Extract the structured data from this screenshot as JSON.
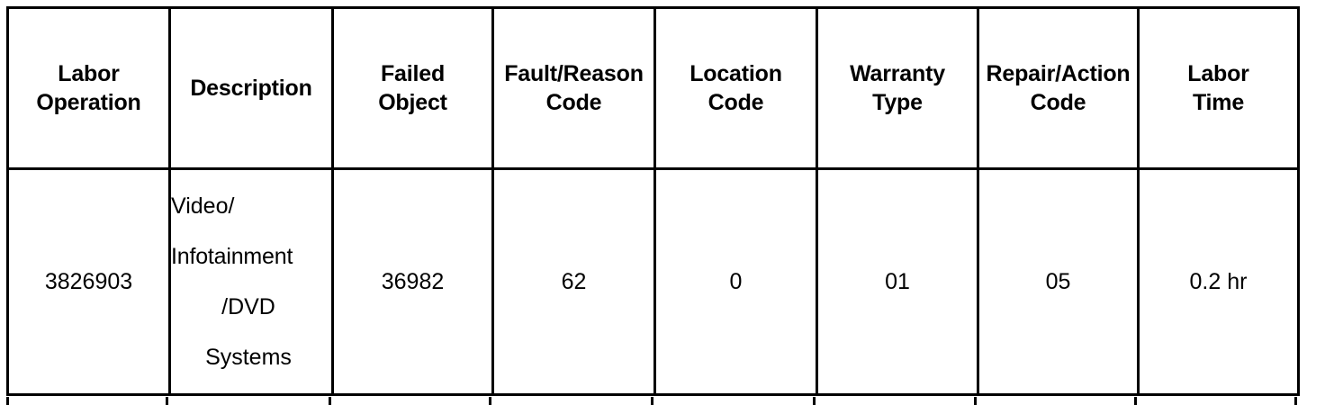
{
  "table": {
    "columns": [
      {
        "key": "labor_operation",
        "header": "Labor\nOperation"
      },
      {
        "key": "description",
        "header": "Description"
      },
      {
        "key": "failed_object",
        "header": "Failed\nObject"
      },
      {
        "key": "fault_reason_code",
        "header": "Fault/Reason\nCode"
      },
      {
        "key": "location_code",
        "header": "Location\nCode"
      },
      {
        "key": "warranty_type",
        "header": "Warranty\nType"
      },
      {
        "key": "repair_action_code",
        "header": "Repair/Action\nCode"
      },
      {
        "key": "labor_time",
        "header": "Labor\nTime"
      }
    ],
    "headers": {
      "labor_operation_line1": "Labor",
      "labor_operation_line2": "Operation",
      "description": "Description",
      "failed_object_line1": "Failed",
      "failed_object_line2": "Object",
      "fault_reason_code_line1": "Fault/Reason",
      "fault_reason_code_line2": "Code",
      "location_code_line1": "Location",
      "location_code_line2": "Code",
      "warranty_type_line1": "Warranty",
      "warranty_type_line2": "Type",
      "repair_action_code_line1": "Repair/Action",
      "repair_action_code_line2": "Code",
      "labor_time_line1": "Labor",
      "labor_time_line2": "Time"
    },
    "rows": [
      {
        "labor_operation": "3826903",
        "description": "Video/ Infotainment /DVD Systems",
        "description_lines": [
          "Video/",
          "Infotainment",
          "/DVD",
          "Systems"
        ],
        "failed_object": "36982",
        "fault_reason_code": "62",
        "location_code": "0",
        "warranty_type": "01",
        "repair_action_code": "05",
        "labor_time": "0.2 hr"
      }
    ]
  },
  "style": {
    "border_color": "#000000",
    "text_color": "#000000",
    "background": "#ffffff"
  }
}
